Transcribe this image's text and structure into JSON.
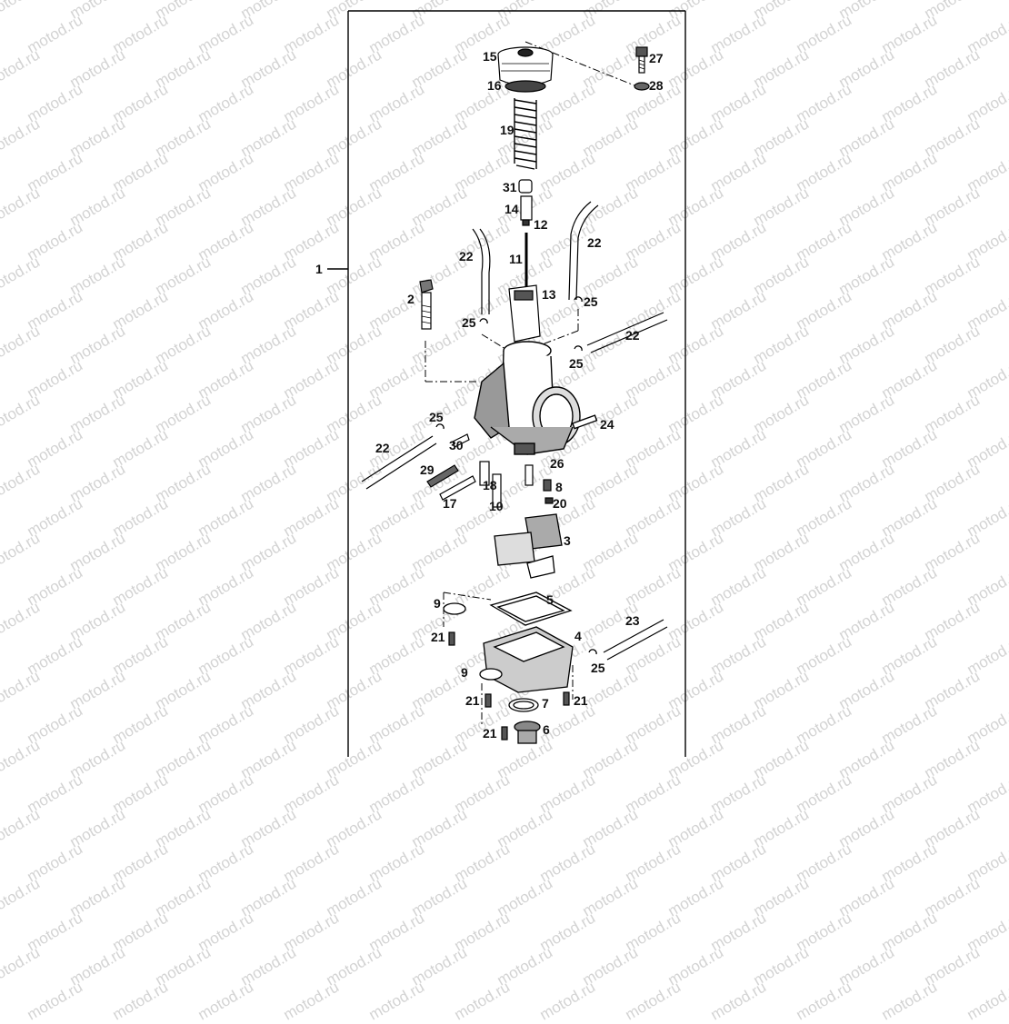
{
  "watermark": {
    "text": "motod.ru",
    "color": "#d3d3d3"
  },
  "frame": {
    "stroke": "#000000"
  },
  "assembly_label": "1",
  "parts": [
    {
      "id": "p15",
      "label": "15"
    },
    {
      "id": "p16",
      "label": "16"
    },
    {
      "id": "p27",
      "label": "27"
    },
    {
      "id": "p28",
      "label": "28"
    },
    {
      "id": "p19",
      "label": "19"
    },
    {
      "id": "p31",
      "label": "31"
    },
    {
      "id": "p14",
      "label": "14"
    },
    {
      "id": "p12",
      "label": "12"
    },
    {
      "id": "p22a",
      "label": "22"
    },
    {
      "id": "p22b",
      "label": "22"
    },
    {
      "id": "p11",
      "label": "11"
    },
    {
      "id": "p13",
      "label": "13"
    },
    {
      "id": "p2",
      "label": "2"
    },
    {
      "id": "p25a",
      "label": "25"
    },
    {
      "id": "p25b",
      "label": "25"
    },
    {
      "id": "p22c",
      "label": "22"
    },
    {
      "id": "p25c",
      "label": "25"
    },
    {
      "id": "p25d",
      "label": "25"
    },
    {
      "id": "p24",
      "label": "24"
    },
    {
      "id": "p22d",
      "label": "22"
    },
    {
      "id": "p30",
      "label": "30"
    },
    {
      "id": "p29",
      "label": "29"
    },
    {
      "id": "p18",
      "label": "18"
    },
    {
      "id": "p26",
      "label": "26"
    },
    {
      "id": "p8",
      "label": "8"
    },
    {
      "id": "p17",
      "label": "17"
    },
    {
      "id": "p10",
      "label": "10"
    },
    {
      "id": "p20",
      "label": "20"
    },
    {
      "id": "p3",
      "label": "3"
    },
    {
      "id": "p9a",
      "label": "9"
    },
    {
      "id": "p5",
      "label": "5"
    },
    {
      "id": "p21a",
      "label": "21"
    },
    {
      "id": "p4",
      "label": "4"
    },
    {
      "id": "p23",
      "label": "23"
    },
    {
      "id": "p9b",
      "label": "9"
    },
    {
      "id": "p25e",
      "label": "25"
    },
    {
      "id": "p21b",
      "label": "21"
    },
    {
      "id": "p7",
      "label": "7"
    },
    {
      "id": "p21c",
      "label": "21"
    },
    {
      "id": "p21d",
      "label": "21"
    },
    {
      "id": "p6",
      "label": "6"
    }
  ]
}
